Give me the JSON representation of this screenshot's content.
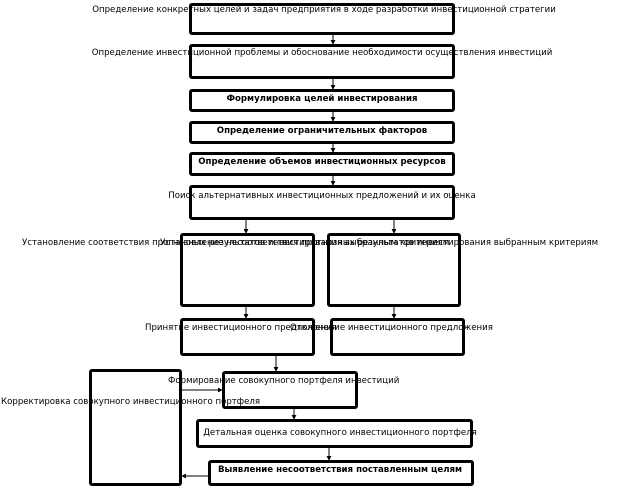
{
  "steps": {
    "s1": "Определение конкретных целей и задач предприятия в ходе разработки инвестиционной стратегии",
    "s2": "Определение инвестиционной проблемы и обоснование необходимости осуществления инвестиций",
    "s3": "Формулировка целей инвестирования",
    "s4": "Определение ограничительных факторов",
    "s5": "Определение объемов инвестиционных ресурсов",
    "s6": "Поиск альтернативных инвестиционных предложений и их оценка",
    "s7a": "Установление соответствия прогнозных результатов инвестирования выбранным критериям",
    "s7b": "Установление несоответствия прогнозных результатов инвестирования выбранным критериям",
    "s8a": "Принятие инвестиционного предложения",
    "s8b": "Отклонение инвестиционного предложения",
    "s9": "Формирование совокупного портфеля инвестиций",
    "s10": "Детальная оценка совокупного инвестиционного портфеля",
    "s11": "Выявление несоответствия поставленным целям",
    "s12": "Корректировка совокупного инвестиционного портфеля"
  }
}
